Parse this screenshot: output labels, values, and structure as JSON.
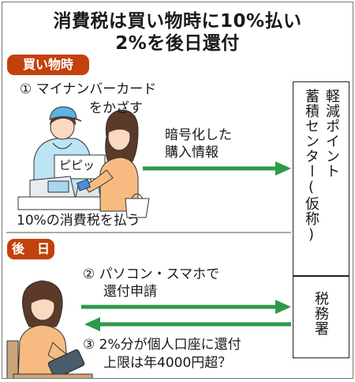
{
  "title": {
    "line1": "消費税は買い物時に10%払い",
    "line2": "2%を後日還付"
  },
  "sections": {
    "purchase": {
      "tag": "買い物時",
      "step1_line1": "① マイナンバーカード",
      "step1_line2": "をかざす",
      "sound": "ピピッ",
      "arrow_label_line1": "暗号化した",
      "arrow_label_line2": "購入情報",
      "bottom_text": "10%の消費税を払う"
    },
    "later": {
      "tag": "後　日",
      "step2_line1": "② パソコン・スマホで",
      "step2_line2": "還付申請",
      "step3_line1": "③ 2%分が個人口座に還付",
      "step3_line2": "上限は年4000円超？"
    }
  },
  "boxes": {
    "point_center_col1": "軽減ポイント",
    "point_center_col2": "蓄積センター(仮称)",
    "tax_office": "税務署"
  },
  "colors": {
    "tag": "#c2410c",
    "arrow": "#2e9a48",
    "clothes": "#f7bb82",
    "skin": "#f9d9c0",
    "hair": "#5b3a29",
    "cashier_shirt": "#bde4f4"
  }
}
